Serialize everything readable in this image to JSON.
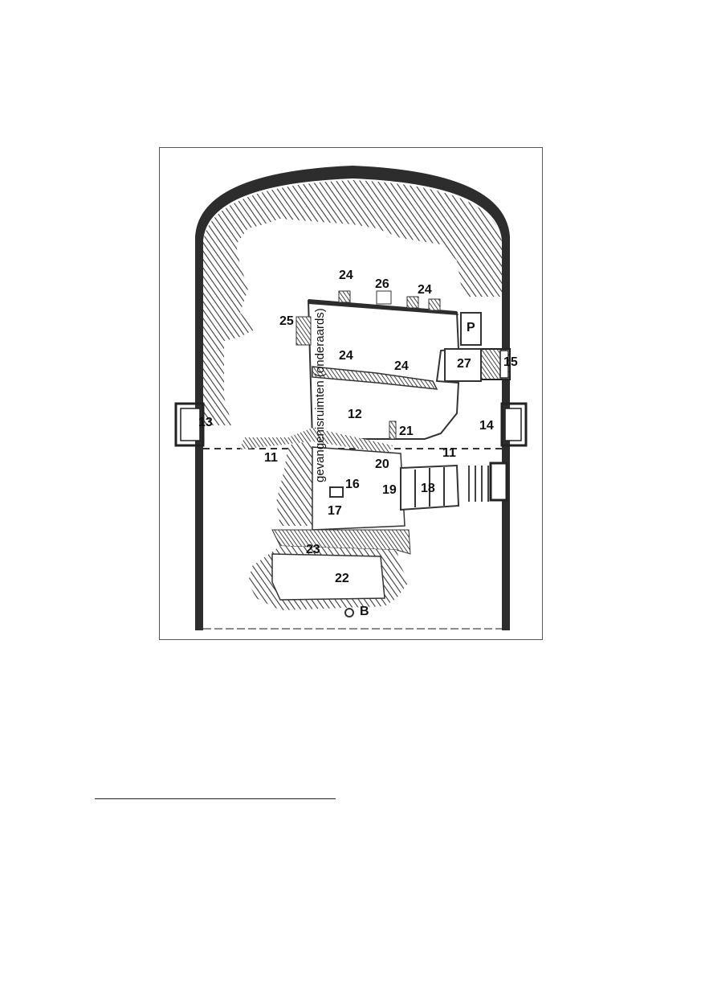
{
  "figure": {
    "underground_label": "gevangenisruimten (onderaards)",
    "labels": [
      {
        "id": "24",
        "text": "24"
      },
      {
        "id": "26",
        "text": "26"
      },
      {
        "id": "24b",
        "text": "24"
      },
      {
        "id": "25",
        "text": "25"
      },
      {
        "id": "P",
        "text": "P"
      },
      {
        "id": "24c",
        "text": "24"
      },
      {
        "id": "24d",
        "text": "24"
      },
      {
        "id": "27",
        "text": "27"
      },
      {
        "id": "15",
        "text": "15"
      },
      {
        "id": "13",
        "text": "13"
      },
      {
        "id": "12",
        "text": "12"
      },
      {
        "id": "21",
        "text": "21"
      },
      {
        "id": "14",
        "text": "14"
      },
      {
        "id": "11",
        "text": "11"
      },
      {
        "id": "11b",
        "text": "11"
      },
      {
        "id": "20",
        "text": "20"
      },
      {
        "id": "16",
        "text": "16"
      },
      {
        "id": "19",
        "text": "19"
      },
      {
        "id": "18",
        "text": "18"
      },
      {
        "id": "17",
        "text": "17"
      },
      {
        "id": "23",
        "text": "23"
      },
      {
        "id": "22",
        "text": "22"
      },
      {
        "id": "B",
        "text": "B"
      }
    ]
  }
}
